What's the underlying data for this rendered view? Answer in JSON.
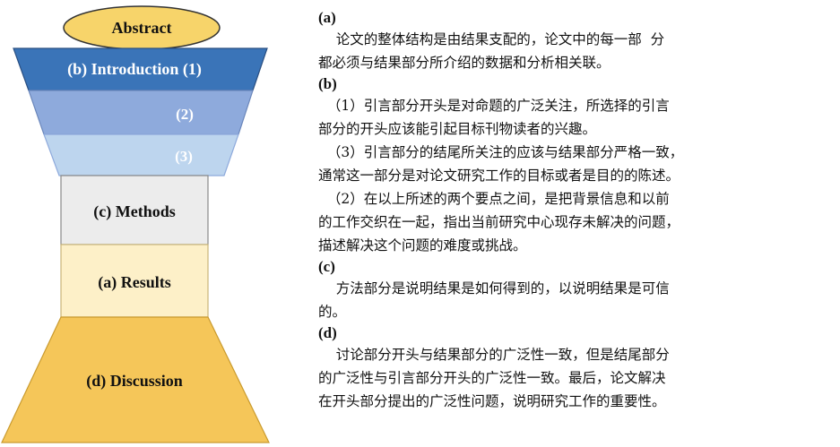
{
  "diagram": {
    "abstract": "Abstract",
    "introduction": "(b) Introduction (1)",
    "intro_2": "(2)",
    "intro_3": "(3)",
    "methods": "(c) Methods",
    "results": "(a) Results",
    "discussion": "(d) Discussion",
    "colors": {
      "abstract": "#f7d46a",
      "intro_1": "#3a74b8",
      "intro_2": "#8eaadc",
      "intro_3": "#bdd5ee",
      "methods": "#ececec",
      "results": "#fdf0c8",
      "discussion": "#f5c659"
    }
  },
  "notes": [
    {
      "heading": "(a)",
      "lines": [
        "    论文的整体结构是由结果支配的，论文中的每一部  分",
        "都必须与结果部分所介绍的数据和分析相关联。"
      ]
    },
    {
      "heading": "(b)",
      "lines": [
        "  （1）引言部分开头是对命题的广泛关注，所选择的引言",
        "部分的开头应该能引起目标刊物读者的兴趣。",
        "  （3）引言部分的结尾所关注的应该与结果部分严格一致，",
        "通常这一部分是对论文研究工作的目标或者是目的的陈述。",
        "  （2）在以上所述的两个要点之间，是把背景信息和以前",
        "的工作交织在一起，指出当前研究中心现存未解决的问题，",
        "描述解决这个问题的难度或挑战。"
      ]
    },
    {
      "heading": "(c)",
      "lines": [
        "    方法部分是说明结果是如何得到的，以说明结果是可信",
        "的。"
      ]
    },
    {
      "heading": "(d)",
      "lines": [
        "    讨论部分开头与结果部分的广泛性一致，但是结尾部分",
        "的广泛性与引言部分开头的广泛性一致。最后，论文解决",
        "在开头部分提出的广泛性问题，说明研究工作的重要性。"
      ]
    }
  ]
}
